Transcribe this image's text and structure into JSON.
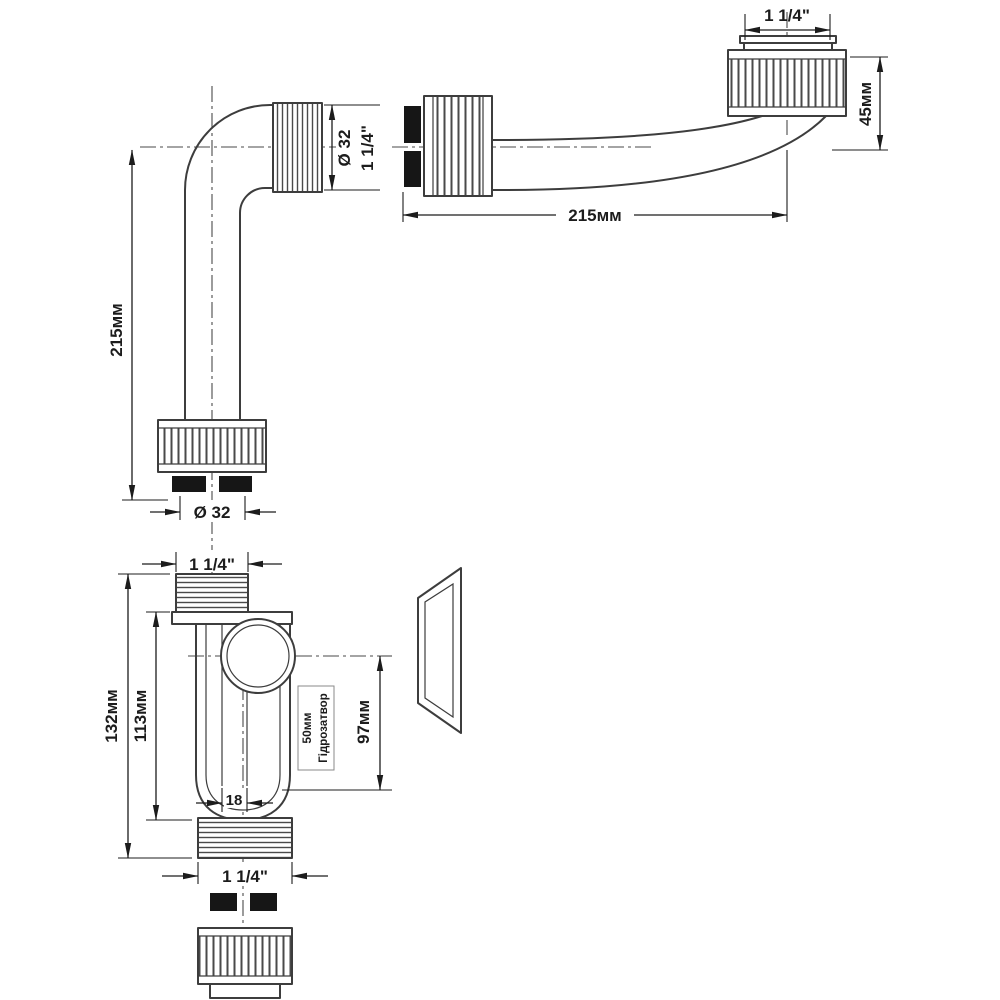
{
  "drawing": {
    "elbow": {
      "height": "215мм",
      "outlet_diameter": "Ø 32",
      "outlet_thread": "1 1/4\"",
      "base_diameter": "Ø 32"
    },
    "outlet_pipe": {
      "nut_thread": "1 1/4\"",
      "drop_height": "45мм",
      "length": "215мм"
    },
    "body": {
      "inlet_thread": "1 1/4\"",
      "total_height": "132мм",
      "tube_height": "113мм",
      "port_height": "97мм",
      "seal_size": "50мм",
      "seal_name": "Гідрозатвор",
      "inner_width": "18",
      "outlet_thread": "1 1/4\""
    }
  }
}
